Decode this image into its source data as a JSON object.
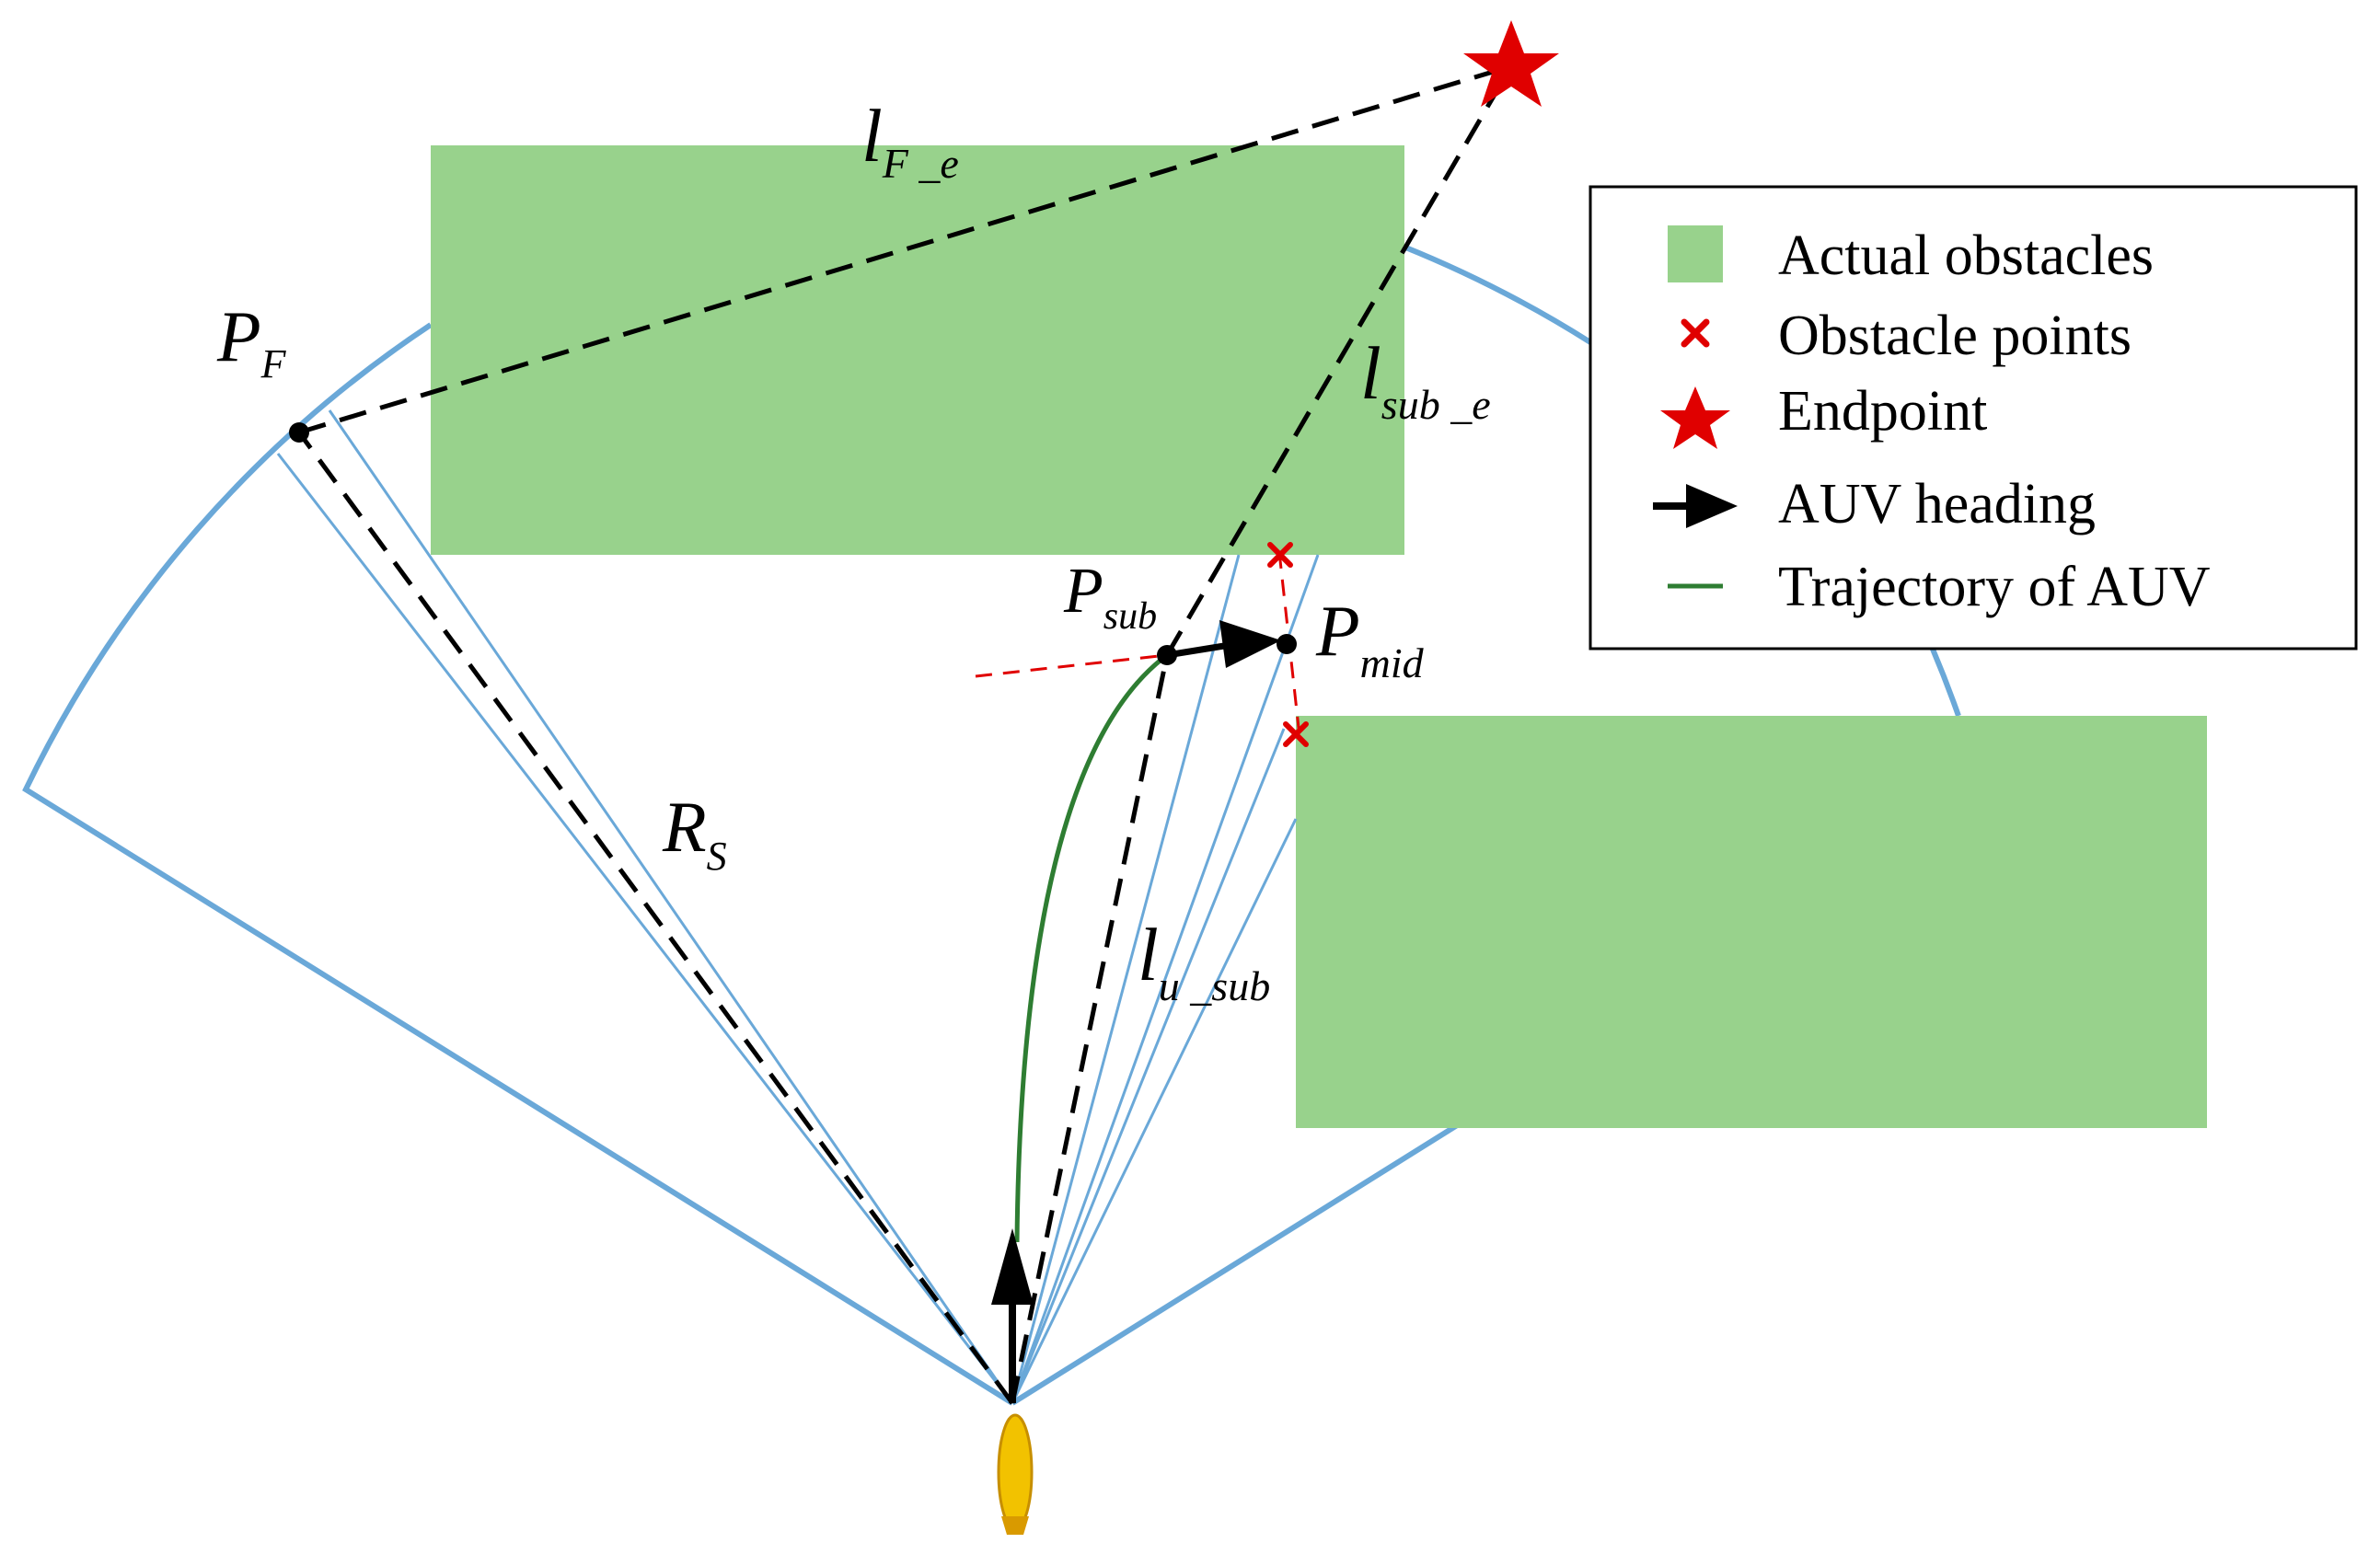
{
  "labels": {
    "p_f_main": "P",
    "p_f_sub": "F",
    "l_fe_main": "l",
    "l_fe_sub": "F _e",
    "l_sube_main": "l",
    "l_sube_sub": "sub _e",
    "p_sub_main": "P",
    "p_sub_sub": "sub",
    "p_mid_main": "P",
    "p_mid_sub": "mid",
    "r_s_main": "R",
    "r_s_sub": "S",
    "l_usub_main": "l",
    "l_usub_sub": "u _sub"
  },
  "legend": {
    "items": [
      {
        "label": "Actual obstacles",
        "icon": "green-square-icon"
      },
      {
        "label": "Obstacle points",
        "icon": "red-cross-icon"
      },
      {
        "label": "Endpoint",
        "icon": "red-star-icon"
      },
      {
        "label": "AUV heading",
        "icon": "black-arrow-icon"
      },
      {
        "label": "Trajectory of AUV",
        "icon": "green-line-icon"
      }
    ]
  },
  "colors": {
    "obstacle": "#98d28c",
    "sensor": "#6aa8d8",
    "trajectory": "#2e7d32",
    "marker_red": "#e00000",
    "auv": "#f2c200"
  }
}
